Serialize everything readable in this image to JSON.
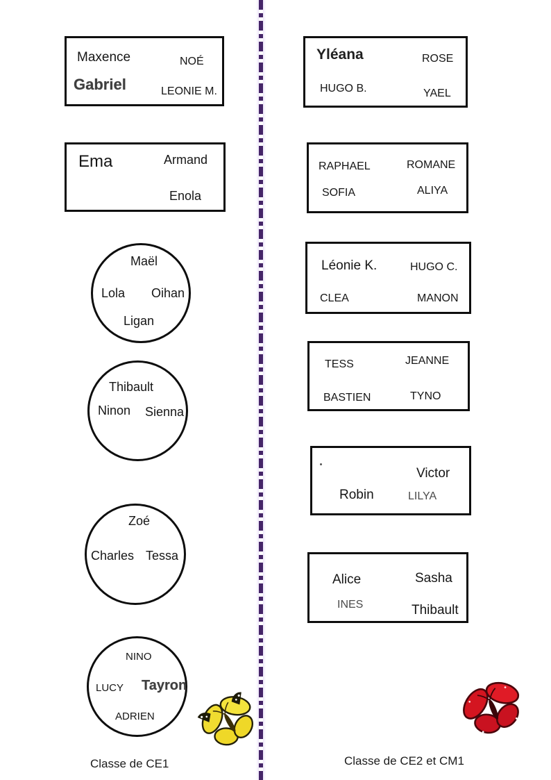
{
  "left": {
    "label": "Classe de CE1",
    "groups": [
      {
        "shape": "rect",
        "names": [
          "Maxence",
          "NOÉ",
          "Gabriel",
          "LEONIE M."
        ]
      },
      {
        "shape": "rect",
        "names": [
          "Ema",
          "Armand",
          "Enola"
        ]
      },
      {
        "shape": "circle",
        "names": [
          "Maël",
          "Lola",
          "Oihan",
          "Ligan"
        ]
      },
      {
        "shape": "circle",
        "names": [
          "Thibault",
          "Ninon",
          "Sienna"
        ]
      },
      {
        "shape": "circle",
        "names": [
          "Zoé",
          "Charles",
          "Tessa"
        ]
      },
      {
        "shape": "circle",
        "names": [
          "NINO",
          "LUCY",
          "Tayron",
          "ADRIEN"
        ]
      }
    ]
  },
  "right": {
    "label": "Classe de CE2 et CM1",
    "groups": [
      {
        "shape": "rect",
        "names": [
          "Yléana",
          "ROSE",
          "HUGO B.",
          "YAEL"
        ]
      },
      {
        "shape": "rect",
        "names": [
          "RAPHAEL",
          "ROMANE",
          "SOFIA",
          "ALIYA"
        ]
      },
      {
        "shape": "rect",
        "names": [
          "Léonie K.",
          "HUGO C.",
          "CLEA",
          "MANON"
        ]
      },
      {
        "shape": "rect",
        "names": [
          "TESS",
          "JEANNE",
          "BASTIEN",
          "TYNO"
        ]
      },
      {
        "shape": "rect",
        "names": [
          "Victor",
          "Robin",
          "LILYA"
        ]
      },
      {
        "shape": "rect",
        "names": [
          "Alice",
          "Sasha",
          "INES",
          "Thibault"
        ]
      }
    ]
  },
  "icons": {
    "left_butterfly": "yellow-butterfly",
    "right_butterfly": "red-butterfly"
  },
  "colors": {
    "divider": "#452568",
    "ink": "#161616",
    "butterfly_yellow": "#f0dc30",
    "butterfly_red": "#d41520"
  }
}
